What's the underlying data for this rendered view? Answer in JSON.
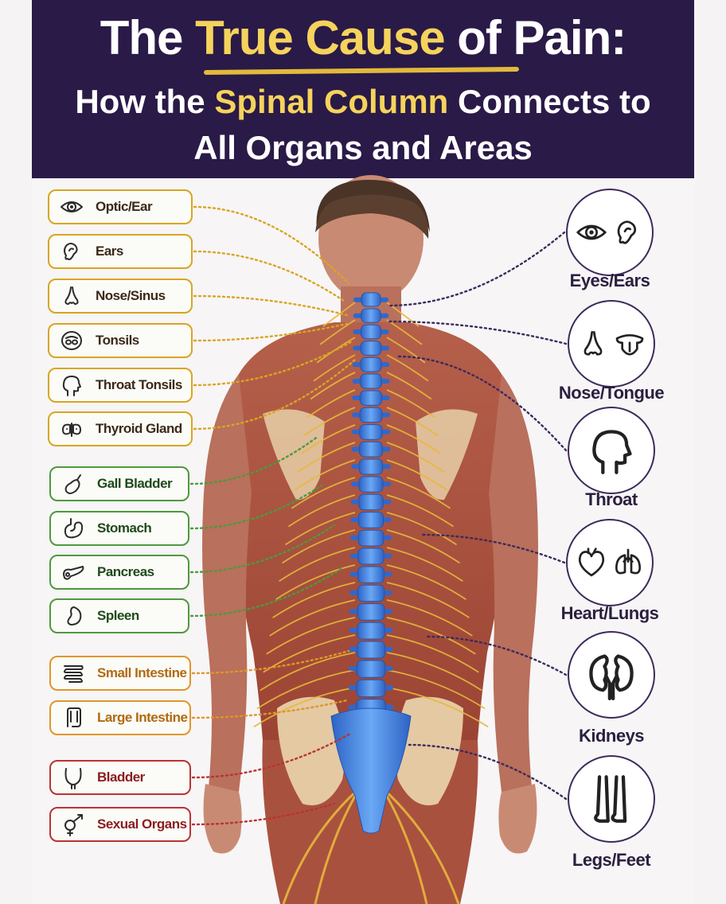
{
  "header": {
    "title_part1": "The ",
    "title_highlight": "True Cause",
    "title_part2": " of Pain:",
    "subtitle_part1": "How the ",
    "subtitle_highlight": "Spinal Column",
    "subtitle_part2": " Connects to",
    "subtitle_line2": "All Organs and Areas"
  },
  "left_labels": [
    {
      "label": "Optic/Ear",
      "icon": "eye-icon",
      "color": "#d9a520"
    },
    {
      "label": "Ears",
      "icon": "ear-icon",
      "color": "#d9a520"
    },
    {
      "label": "Nose/Sinus",
      "icon": "nose-icon",
      "color": "#d9a520"
    },
    {
      "label": "Tonsils",
      "icon": "tonsils-icon",
      "color": "#d9a520"
    },
    {
      "label": "Throat Tonsils",
      "icon": "head-profile-icon",
      "color": "#d9a520"
    },
    {
      "label": "Thyroid Gland",
      "icon": "thyroid-icon",
      "color": "#d9a520"
    },
    {
      "label": "Gall Bladder",
      "icon": "gall-bladder-icon",
      "color": "#4d9a3c"
    },
    {
      "label": "Stomach",
      "icon": "stomach-icon",
      "color": "#4d9a3c"
    },
    {
      "label": "Pancreas",
      "icon": "pancreas-icon",
      "color": "#4d9a3c"
    },
    {
      "label": "Spleen",
      "icon": "spleen-icon",
      "color": "#4d9a3c"
    },
    {
      "label": "Small Intestine",
      "icon": "small-intestine-icon",
      "color": "#e0962a"
    },
    {
      "label": "Large Intestine",
      "icon": "large-intestine-icon",
      "color": "#e0962a"
    },
    {
      "label": "Bladder",
      "icon": "bladder-icon",
      "color": "#b83434"
    },
    {
      "label": "Sexual Organs",
      "icon": "gender-symbols-icon",
      "color": "#b83434"
    }
  ],
  "right_labels": [
    {
      "label": "Eyes/Ears",
      "icons": [
        "eye-icon",
        "ear-icon"
      ]
    },
    {
      "label": "Nose/Tongue",
      "icons": [
        "nose-icon",
        "tongue-icon"
      ]
    },
    {
      "label": "Throat",
      "icons": [
        "head-profile-icon"
      ]
    },
    {
      "label": "Heart/Lungs",
      "icons": [
        "heart-icon",
        "lungs-icon"
      ]
    },
    {
      "label": "Kidneys",
      "icons": [
        "kidneys-icon"
      ]
    },
    {
      "label": "Legs/Feet",
      "icons": [
        "legs-icon"
      ]
    }
  ],
  "colors": {
    "header_bg": "#2a1a47",
    "highlight": "#f5d35c",
    "spine": "#3b7fe0",
    "nerve": "#e8b83a",
    "dark_purple": "#3d2a5c"
  }
}
